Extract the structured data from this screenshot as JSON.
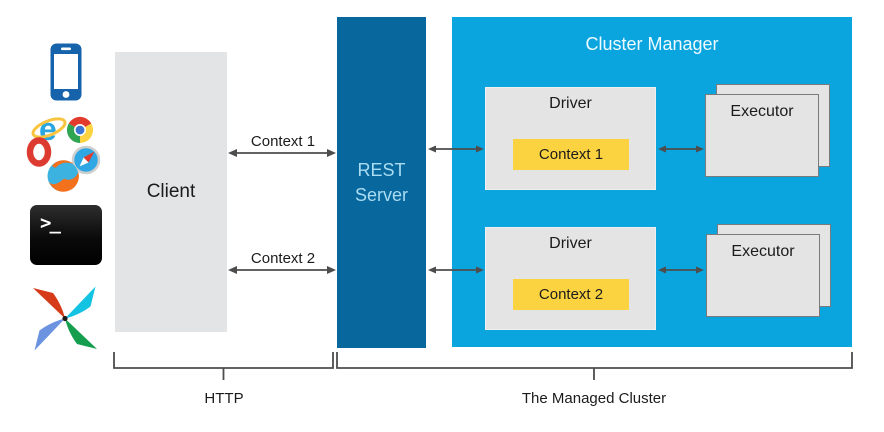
{
  "client": {
    "label": "Client"
  },
  "connections": {
    "context1": "Context 1",
    "context2": "Context 2"
  },
  "rest_server": {
    "line1": "REST",
    "line2": "Server"
  },
  "cluster_manager": {
    "title": "Cluster Manager",
    "drivers": [
      {
        "label": "Driver",
        "context": "Context 1"
      },
      {
        "label": "Driver",
        "context": "Context 2"
      }
    ],
    "executors": [
      {
        "label": "Executor"
      },
      {
        "label": "Executor"
      }
    ]
  },
  "brackets": {
    "http": "HTTP",
    "managed_cluster": "The Managed Cluster"
  },
  "client_icons": {
    "terminal_prompt": ">_",
    "names": [
      "smartphone-icon",
      "ie-browser-icon",
      "chrome-browser-icon",
      "opera-browser-icon",
      "safari-browser-icon",
      "firefox-browser-icon",
      "terminal-icon",
      "airflow-pinwheel-icon"
    ]
  },
  "colors": {
    "rest_server_bar": "#08689E",
    "rest_server_text": "#AADCF2",
    "cluster_background": "#0AA5DF",
    "context_highlight": "#FBD341",
    "neutral_box": "#E4E4E6",
    "arrow_gray": "#4D4D4D",
    "phone_blue": "#1663AC"
  }
}
